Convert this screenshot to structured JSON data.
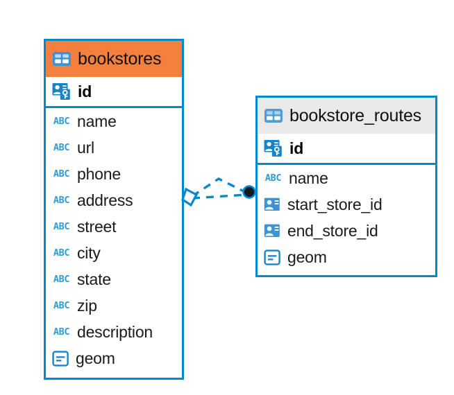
{
  "diagram": {
    "type": "entity-relationship-diagram",
    "background": "#ffffff",
    "accent_color": "#0089CF",
    "highlight_color": "#F5803E",
    "tables": [
      {
        "name": "bookstores",
        "header_style": "accent",
        "table_icon": "table-grid-icon",
        "fields": [
          {
            "name": "id",
            "icon": "primary-key-icon",
            "kind": "pk"
          },
          {
            "name": "name",
            "icon": "abc-text-icon",
            "kind": "text"
          },
          {
            "name": "url",
            "icon": "abc-text-icon",
            "kind": "text"
          },
          {
            "name": "phone",
            "icon": "abc-text-icon",
            "kind": "text"
          },
          {
            "name": "address",
            "icon": "abc-text-icon",
            "kind": "text"
          },
          {
            "name": "street",
            "icon": "abc-text-icon",
            "kind": "text"
          },
          {
            "name": "city",
            "icon": "abc-text-icon",
            "kind": "text"
          },
          {
            "name": "state",
            "icon": "abc-text-icon",
            "kind": "text"
          },
          {
            "name": "zip",
            "icon": "abc-text-icon",
            "kind": "text"
          },
          {
            "name": "description",
            "icon": "abc-text-icon",
            "kind": "text"
          },
          {
            "name": "geom",
            "icon": "geometry-icon",
            "kind": "geometry"
          }
        ]
      },
      {
        "name": "bookstore_routes",
        "header_style": "plain",
        "table_icon": "table-grid-icon",
        "fields": [
          {
            "name": "id",
            "icon": "primary-key-icon",
            "kind": "pk"
          },
          {
            "name": "name",
            "icon": "abc-text-icon",
            "kind": "text"
          },
          {
            "name": "start_store_id",
            "icon": "foreign-key-icon",
            "kind": "fk"
          },
          {
            "name": "end_store_id",
            "icon": "foreign-key-icon",
            "kind": "fk"
          },
          {
            "name": "geom",
            "icon": "geometry-icon",
            "kind": "geometry"
          }
        ]
      }
    ],
    "relationship": {
      "from_table": "bookstores",
      "to_table": "bookstore_routes",
      "from_marker": "diamond-marker",
      "to_marker": "filled-circle-marker",
      "line_style": "dashed",
      "line_color": "#0089CF"
    },
    "icon_labels": {
      "abc": "ABC"
    }
  }
}
